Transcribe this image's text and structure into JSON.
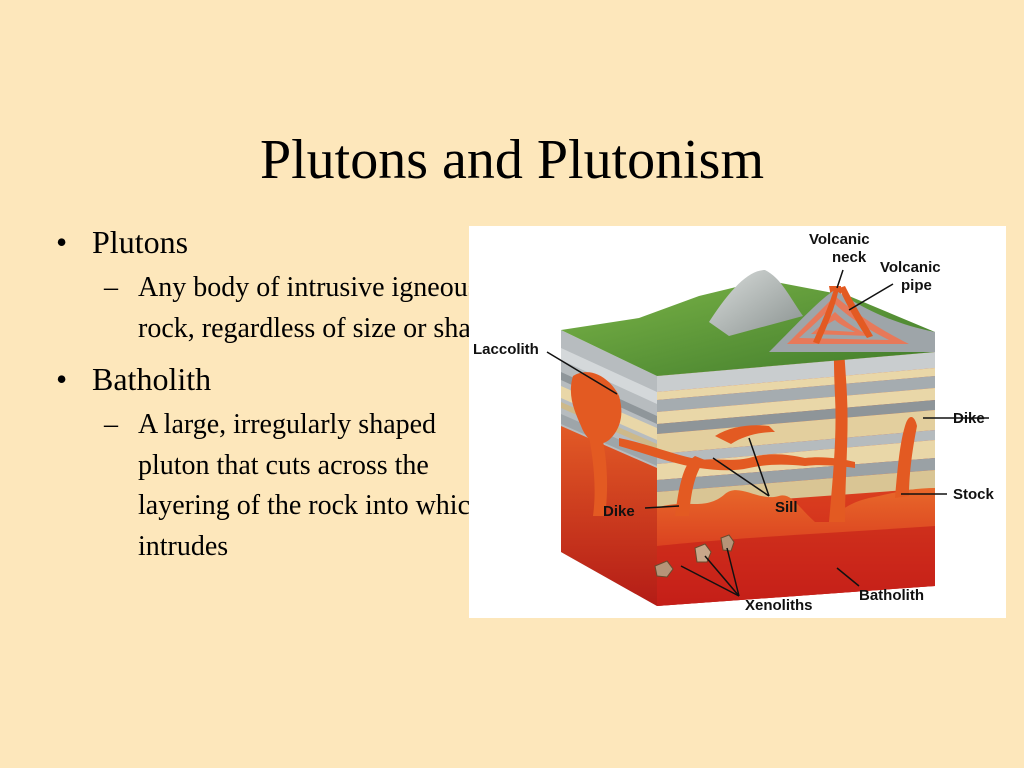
{
  "slide": {
    "title": "Plutons and Plutonism",
    "bullets": [
      {
        "text": "Plutons",
        "sub": "Any body of intrusive igneous rock, regardless of size or shape"
      },
      {
        "text": "Batholith",
        "sub": "A large, irregularly shaped pluton that cuts across the layering of the rock into which it intrudes"
      }
    ],
    "bullet_marks": {
      "level1": "•",
      "level2": "–"
    }
  },
  "figure": {
    "labels": {
      "volcanic_neck": [
        "Volcanic",
        "neck"
      ],
      "volcanic_pipe": [
        "Volcanic",
        "pipe"
      ],
      "laccolith": "Laccolith",
      "dike_right": "Dike",
      "stock": "Stock",
      "dike_left": "Dike",
      "sill": "Sill",
      "xenoliths": "Xenoliths",
      "batholith": "Batholith"
    },
    "colors": {
      "background": "#FDE7BB",
      "magma": "#E2501E",
      "batholith_deep": "#C8201A",
      "rock_gray": "#A9AFB4",
      "sandstone": "#E9D7A8",
      "grass": "#5E9A3A"
    }
  }
}
